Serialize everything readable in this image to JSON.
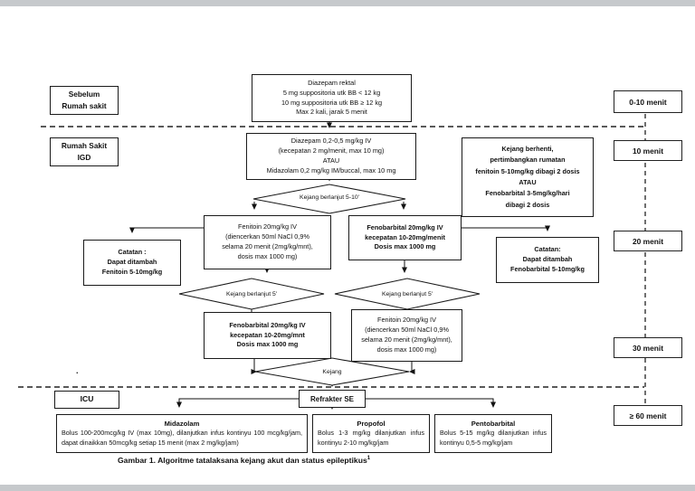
{
  "page": {
    "caption": "Gambar 1. Algoritme tatalaksana kejang akut dan status epileptikus",
    "caption_superscript": "1",
    "stray_mark": "."
  },
  "colors": {
    "line": "#1a1a1a",
    "box_border": "#1a1a1a",
    "background": "#ffffff",
    "page_edge": "#c6c9cc"
  },
  "stages": {
    "pre_hospital": {
      "lines": [
        "Sebelum",
        "Rumah sakit"
      ]
    },
    "hospital": {
      "lines": [
        "Rumah Sakit",
        "IGD"
      ]
    },
    "icu": "ICU"
  },
  "timeline": [
    "0-10 menit",
    "10 menit",
    "20 menit",
    "30 menit",
    "≥ 60 menit"
  ],
  "decisions": {
    "d1": "Kejang berlanjut 5-10'",
    "d2_left": "Kejang  berlanjut  5'",
    "d2_right": "Kejang  berlanjut  5'",
    "d3": "Kejang"
  },
  "boxes": {
    "diazepam_rektal": {
      "lines": [
        "Diazepam rektal",
        "5 mg suppositoria utk BB < 12 kg",
        "10 mg suppositoria utk BB ≥ 12 kg",
        "Max 2 kali, jarak 5 menit"
      ]
    },
    "diazepam_iv": {
      "lines": [
        "Diazepam 0,2-0,5 mg/kg IV",
        "(kecepatan 2 mg/menit, max 10 mg)",
        "ATAU",
        "Midazolam 0,2 mg/kg IM/buccal, max 10 mg"
      ]
    },
    "kejang_berhenti": {
      "lines": [
        "Kejang berhenti,",
        "pertimbangkan rumatan",
        "fenitoin 5-10mg/kg dibagi 2 dosis",
        "ATAU",
        "Fenobarbital 3-5mg/kg/hari",
        "dibagi 2 dosis"
      ]
    },
    "fenitoin_1": {
      "lines": [
        "Fenitoin 20mg/kg IV",
        "(diencerkan 50ml NaCl 0,9%",
        "selama 20 menit (2mg/kg/mnt),",
        "dosis max 1000 mg)"
      ]
    },
    "fenobarbital_1": {
      "lines": [
        "Fenobarbital 20mg/kg IV",
        "kecepatan 10-20mg/menit",
        "Dosis max 1000 mg"
      ]
    },
    "catatan_left": {
      "lines": [
        "Catatan :",
        "Dapat ditambah",
        "Fenitoin 5-10mg/kg"
      ]
    },
    "catatan_right": {
      "lines": [
        "Catatan:",
        "Dapat ditambah",
        "Fenobarbital 5-10mg/kg"
      ]
    },
    "fenobarbital_2": {
      "lines": [
        "Fenobarbital 20mg/kg IV",
        "kecepatan 10-20mg/mnt",
        "Dosis max 1000 mg"
      ]
    },
    "fenitoin_2": {
      "lines": [
        "Fenitoin 20mg/kg IV",
        "(diencerkan 50ml NaCl 0,9%",
        "selama 20 menit (2mg/kg/mnt),",
        "dosis max 1000 mg)"
      ]
    },
    "refrakter": "Refrakter SE",
    "midazolam": {
      "title": "Midazolam",
      "body": "Bolus 100-200mcg/kg IV (max 10mg), dilanjutkan infus kontinyu 100 mcg/kg/jam, dapat dinaikkan 50mcg/kg setiap 15 menit (max 2 mg/kg/jam)"
    },
    "propofol": {
      "title": "Propofol",
      "body": "Bolus 1-3 mg/kg dilanjutkan infus kontinyu 2-10 mg/kg/jam"
    },
    "pentobarbital": {
      "title": "Pentobarbital",
      "body": "Bolus 5-15 mg/kg dilanjutkan infus kontinyu 0,5-5 mg/kg/jam"
    }
  }
}
